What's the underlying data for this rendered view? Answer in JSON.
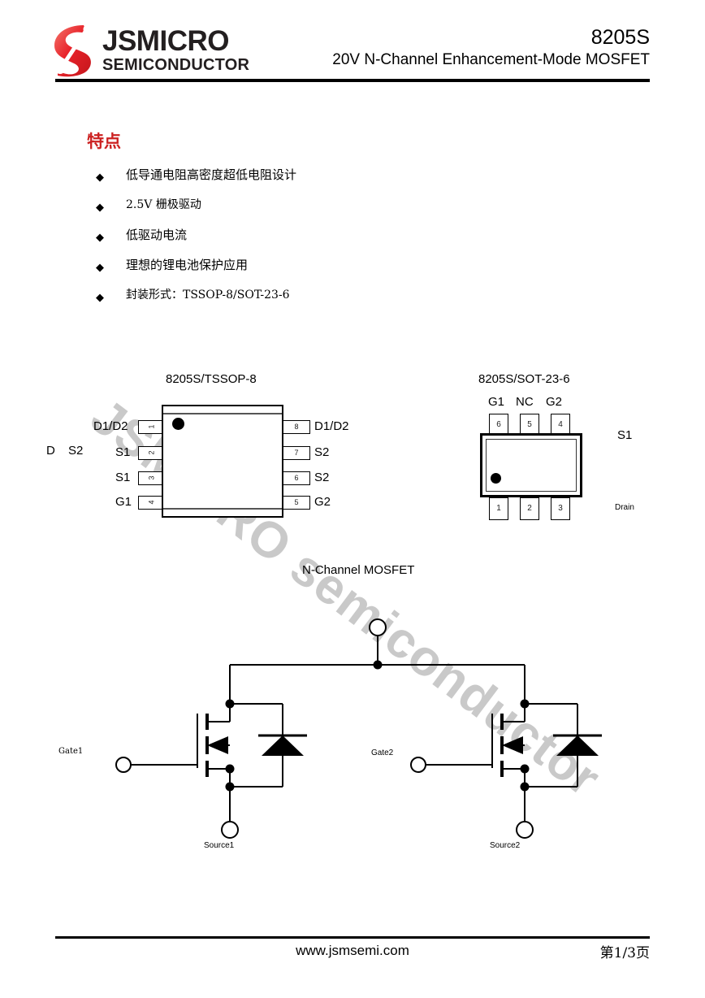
{
  "header": {
    "brand_main": "JSMICRO",
    "brand_sub": "SEMICONDUCTOR",
    "part_number": "8205S",
    "description": "20V N-Channel Enhancement-Mode MOSFET",
    "logo_color": "#e8232a"
  },
  "watermark": {
    "text": "JSMICRO semiconductor",
    "color": "#c9c9c9"
  },
  "features": {
    "title": "特点",
    "title_color": "#cc2222",
    "bullet_glyph": "◆",
    "items": [
      {
        "text": "低导通电阻高密度超低电阻设计"
      },
      {
        "text": "2.5V 栅极驱动"
      },
      {
        "text": "低驱动电流"
      },
      {
        "text": "理想的锂电池保护应用"
      },
      {
        "text": "封装形式：TSSOP-8/SOT-23-6"
      }
    ]
  },
  "packages": {
    "tssop": {
      "caption": "8205S/TSSOP-8",
      "left_pins": [
        {
          "num": "1",
          "label": "D1/D2"
        },
        {
          "num": "2",
          "label": "S1"
        },
        {
          "num": "3",
          "label": "S1"
        },
        {
          "num": "4",
          "label": "G1"
        }
      ],
      "right_pins": [
        {
          "num": "8",
          "label": "D1/D2"
        },
        {
          "num": "7",
          "label": "S2"
        },
        {
          "num": "6",
          "label": "S2"
        },
        {
          "num": "5",
          "label": "G2"
        }
      ],
      "stray_labels": [
        "D",
        "S2"
      ]
    },
    "sot": {
      "caption": "8205S/SOT-23-6",
      "top_labels": [
        "G1",
        "NC",
        "G2"
      ],
      "top_pins": [
        "6",
        "5",
        "4"
      ],
      "bottom_pins": [
        "1",
        "2",
        "3"
      ],
      "side_label_top": "S1",
      "side_label_bottom": "Drain"
    }
  },
  "schematic": {
    "title": "N-Channel MOSFET",
    "terminals": {
      "drain": "",
      "gate1": "Gate1",
      "gate2": "Gate2",
      "source1": "Source1",
      "source2": "Source2"
    }
  },
  "footer": {
    "website": "www.jsmsemi.com",
    "page": "第1/3页"
  }
}
